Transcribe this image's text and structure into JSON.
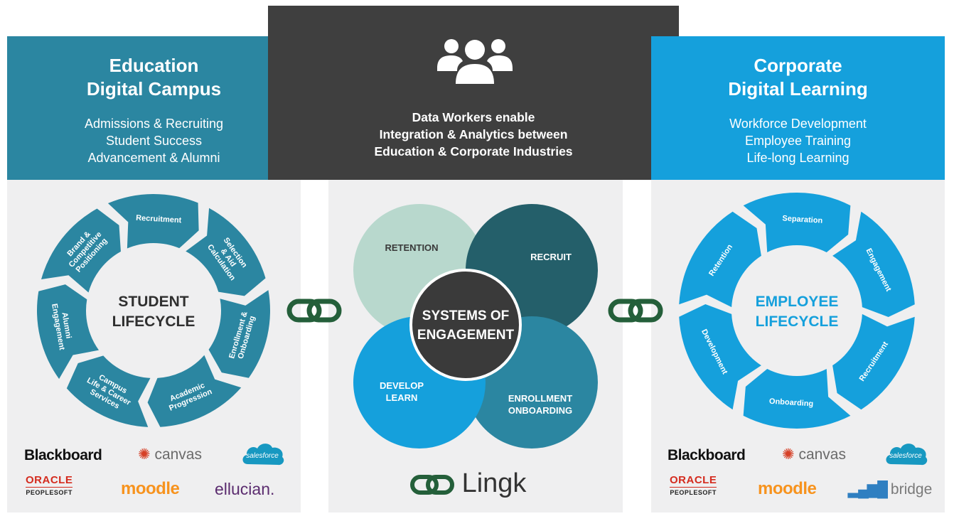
{
  "left": {
    "title_line1": "Education",
    "title_line2": "Digital Campus",
    "items": [
      "Admissions & Recruiting",
      "Student Success",
      "Advancement & Alumni"
    ],
    "color": "#2b86a1",
    "wheel_center_line1": "STUDENT",
    "wheel_center_line2": "LIFECYCLE",
    "segments": [
      [
        "Recruitment"
      ],
      [
        "Selection",
        "& Aid",
        "Calculation"
      ],
      [
        "Enrollment &",
        "Onboarding"
      ],
      [
        "Academic",
        "Progression"
      ],
      [
        "Campus",
        "Life & Career",
        "Services"
      ],
      [
        "Alumni",
        "Engagement"
      ],
      [
        "Brand &",
        "Competitive",
        "Positioning"
      ]
    ],
    "logos": {
      "blackboard": "Blackboard",
      "canvas": "canvas",
      "salesforce": "salesforce",
      "oracle": "ORACLE",
      "peoplesoft": "PEOPLESOFT",
      "moodle": "moodle",
      "ellucian": "ellucian."
    }
  },
  "center": {
    "text_line1": "Data Workers enable",
    "text_line2": "Integration & Analytics between",
    "text_line3": "Education & Corporate Industries",
    "icon": "people-group-icon",
    "core_line1": "SYSTEMS OF",
    "core_line2": "ENGAGEMENT",
    "petals": {
      "retention": "RETENTION",
      "recruit": "RECRUIT",
      "develop_line1": "DEVELOP",
      "develop_line2": "LEARN",
      "enroll_line1": "ENROLLMENT",
      "enroll_line2": "ONBOARDING"
    },
    "petal_colors": {
      "retention": "#b8d8cd",
      "recruit": "#245f6a",
      "develop": "#15a0dc",
      "enroll": "#2b86a1"
    },
    "brand": "Lingk"
  },
  "right": {
    "title_line1": "Corporate",
    "title_line2": "Digital Learning",
    "items": [
      "Workforce Development",
      "Employee Training",
      "Life-long Learning"
    ],
    "color": "#15a0dc",
    "wheel_center_line1": "EMPLOYEE",
    "wheel_center_line2": "LIFECYCLE",
    "segments": [
      [
        "Separation"
      ],
      [
        "Engagement"
      ],
      [
        "Recruitment"
      ],
      [
        "Onboarding"
      ],
      [
        "Development"
      ],
      [
        "Retention"
      ]
    ],
    "logos": {
      "blackboard": "Blackboard",
      "canvas": "canvas",
      "salesforce": "salesforce",
      "oracle": "ORACLE",
      "peoplesoft": "PEOPLESOFT",
      "moodle": "moodle",
      "bridge": "bridge"
    }
  },
  "link_icon": "chain-link-icon"
}
